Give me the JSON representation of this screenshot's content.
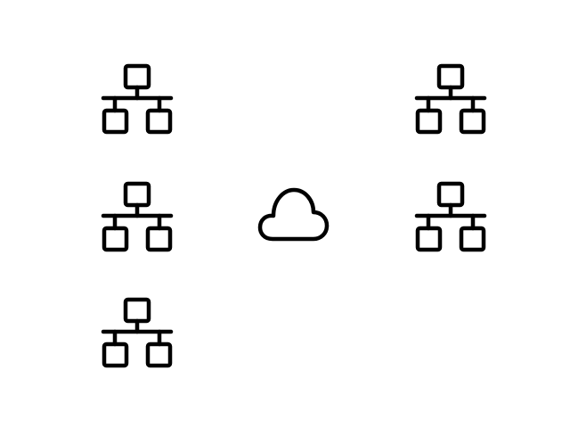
{
  "diagram": {
    "background_color": "#ffffff",
    "stroke_color": "#000000",
    "cloud": {
      "icon": "cloud-icon"
    },
    "network_nodes": [
      {
        "icon": "network-icon",
        "column": "left"
      },
      {
        "icon": "network-icon",
        "column": "left"
      },
      {
        "icon": "network-icon",
        "column": "left"
      },
      {
        "icon": "network-icon",
        "column": "right"
      },
      {
        "icon": "network-icon",
        "column": "right"
      }
    ]
  }
}
